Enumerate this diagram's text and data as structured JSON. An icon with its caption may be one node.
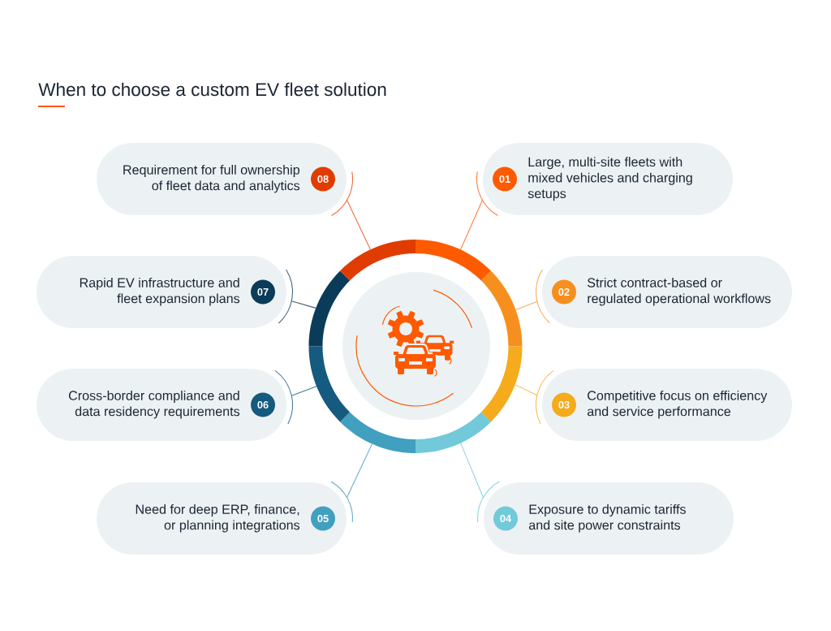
{
  "diagram": {
    "title": "When to choose a custom EV fleet solution",
    "nodes": [
      {
        "text": [],
        "shape": "circle"
      },
      {
        "text": [
          "Large, multi-site fleets with mixed vehicles and charging setups"
        ]
      },
      {
        "text": [
          "01"
        ],
        "in": 1
      },
      {
        "text": [
          "Strict contract-based or regulated operational workflows"
        ]
      },
      {
        "text": [
          "02"
        ],
        "in": 3
      },
      {
        "text": [
          "Competitive focus on efficiency and service performance"
        ]
      },
      {
        "text": [
          "03"
        ],
        "in": 5
      },
      {
        "text": [
          "Exposure to dynamic tariffs and site power constraints"
        ]
      },
      {
        "text": [
          "04"
        ],
        "in": 7
      },
      {
        "text": [
          "Need for deep ERP, finance, or planning integrations"
        ]
      },
      {
        "text": [
          "05"
        ],
        "in": 9
      },
      {
        "text": [
          "Cross-border compliance and data residency requirements"
        ]
      },
      {
        "text": [
          "06"
        ],
        "in": 11
      },
      {
        "text": [
          "Rapid EV infrastructure and fleet expansion plans"
        ]
      },
      {
        "text": [
          "07"
        ],
        "in": 13
      },
      {
        "text": [
          "Requirement for full ownership of fleet data and analytics"
        ]
      },
      {
        "text": [
          "08"
        ],
        "in": 15
      }
    ],
    "edges": [
      {
        "from": 0,
        "to": 1,
        "arrow": "none",
        "color": "#ff7d3b"
      },
      {
        "from": 0,
        "to": 3,
        "arrow": "none",
        "color": "#f9a95b"
      },
      {
        "from": 0,
        "to": 5,
        "arrow": "none",
        "color": "#f7bb4f"
      },
      {
        "from": 0,
        "to": 7,
        "arrow": "none",
        "color": "#8fd4e2"
      },
      {
        "from": 0,
        "to": 9,
        "arrow": "none",
        "color": "#62acca"
      },
      {
        "from": 0,
        "to": 11,
        "arrow": "none",
        "color": "#467a9a"
      },
      {
        "from": 0,
        "to": 13,
        "arrow": "none",
        "color": "#3f627b"
      },
      {
        "from": 0,
        "to": 15,
        "arrow": "none",
        "color": "#f06a3c"
      }
    ]
  }
}
